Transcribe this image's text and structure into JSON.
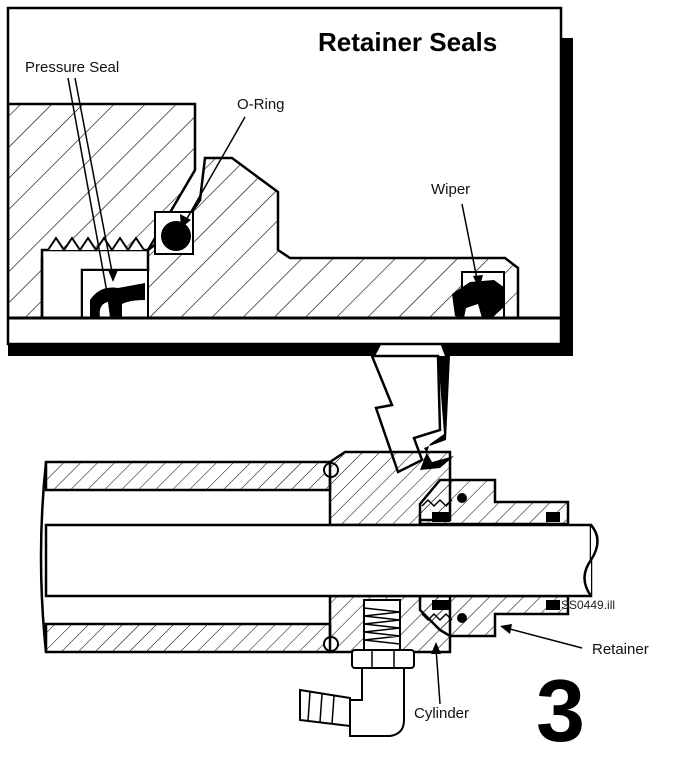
{
  "title": "Retainer Seals",
  "labels": {
    "pressure_seal": "Pressure Seal",
    "o_ring": "O-Ring",
    "wiper": "Wiper",
    "retainer": "Retainer",
    "cylinder": "Cylinder"
  },
  "reference": "SS0449.ill",
  "figure_number": "3"
}
